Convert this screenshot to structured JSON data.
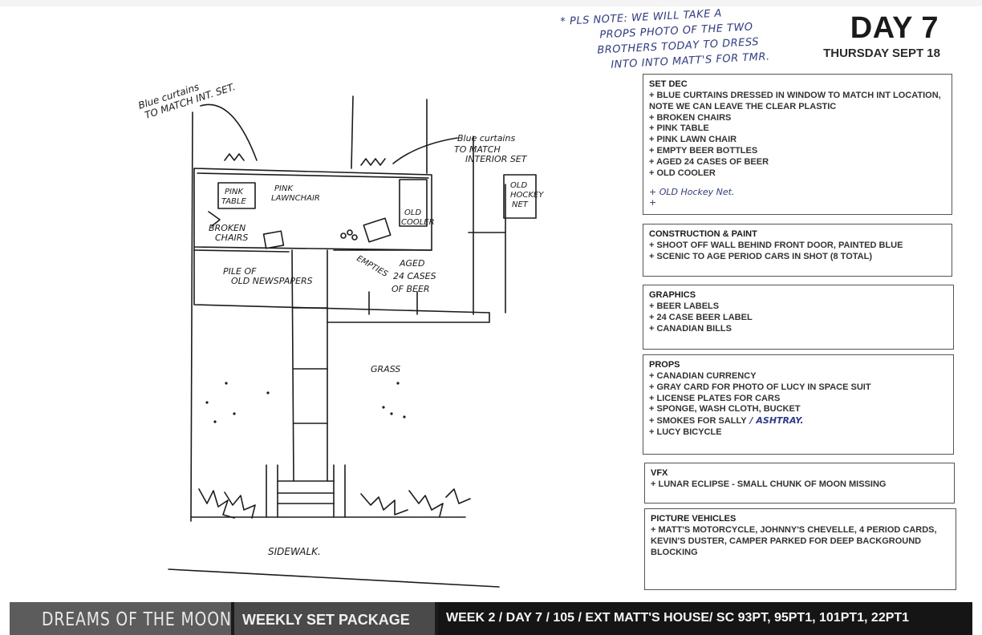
{
  "header": {
    "day": "DAY 7",
    "date": "THURSDAY SEPT 18"
  },
  "handwritten_note": {
    "line1": "* PLS NOTE: WE WILL TAKE A",
    "line2": "PROPS PHOTO OF THE TWO",
    "line3": "BROTHERS TODAY TO DRESS",
    "line4": "INTO INTO MATT'S FOR TMR."
  },
  "sketch": {
    "label_blue_curtains_left_1": "Blue curtains",
    "label_blue_curtains_left_2": "TO MATCH INT. SET.",
    "label_blue_curtains_right_1": "Blue curtains",
    "label_blue_curtains_right_2": "TO MATCH",
    "label_blue_curtains_right_3": "INTERIOR SET",
    "label_old_hockey_net_1": "OLD",
    "label_old_hockey_net_2": "HOCKEY",
    "label_old_hockey_net_3": "NET",
    "label_pink_table_1": "PINK",
    "label_pink_table_2": "TABLE",
    "label_pink_lawnchair_1": "PINK",
    "label_pink_lawnchair_2": "LAWNCHAIR",
    "label_old_cooler_1": "OLD",
    "label_old_cooler_2": "COOLER",
    "label_broken_chairs_1": "BROKEN",
    "label_broken_chairs_2": "CHAIRS",
    "label_pile_newspapers_1": "PILE OF",
    "label_pile_newspapers_2": "OLD NEWSPAPERS",
    "label_empties": "EMPTIES",
    "label_aged_cases_1": "AGED",
    "label_aged_cases_2": "24 CASES",
    "label_aged_cases_3": "OF BEER",
    "label_grass": "GRASS",
    "label_sidewalk": "SIDEWALK."
  },
  "sections": [
    {
      "title": "SET DEC",
      "items": [
        "+ BLUE CURTAINS DRESSED IN WINDOW TO MATCH INT LOCATION,",
        "NOTE WE CAN LEAVE THE CLEAR PLASTIC",
        "+ BROKEN CHAIRS",
        "+ PINK TABLE",
        "+ PINK LAWN CHAIR",
        "+ EMPTY BEER BOTTLES",
        "+ AGED 24 CASES OF BEER",
        "+ OLD COOLER"
      ],
      "handwritten": [
        "+ OLD Hockey Net.",
        "+"
      ]
    },
    {
      "title": "CONSTRUCTION & PAINT",
      "items": [
        "+ SHOOT OFF WALL BEHIND FRONT DOOR, PAINTED BLUE",
        "+ SCENIC TO AGE PERIOD CARS IN SHOT (8 TOTAL)"
      ]
    },
    {
      "title": "GRAPHICS",
      "items": [
        "+ BEER LABELS",
        "+ 24 CASE BEER LABEL",
        "+ CANADIAN BILLS"
      ]
    },
    {
      "title": "PROPS",
      "items": [
        "+ CANADIAN CURRENCY",
        "+ GRAY CARD FOR PHOTO OF LUCY IN SPACE SUIT",
        "+ LICENSE PLATES FOR CARS",
        "+ SPONGE, WASH CLOTH, BUCKET",
        "+ SMOKES FOR SALLY",
        "+ LUCY BICYCLE"
      ],
      "inline_handwritten": "/ ASHTRAY."
    },
    {
      "title": "VFX",
      "items": [
        "+ LUNAR ECLIPSE - SMALL CHUNK OF MOON MISSING"
      ]
    },
    {
      "title": "PICTURE VEHICLES",
      "items": [
        "+ MATT'S MOTORCYCLE, JOHNNY'S CHEVELLE, 4 PERIOD CARDS,",
        "KEVIN'S DUSTER, CAMPER PARKED FOR DEEP BACKGROUND",
        "BLOCKING"
      ]
    }
  ],
  "footer": {
    "show_title": "DREAMS OF THE MOON",
    "package": "WEEKLY SET PACKAGE",
    "scene_info": "WEEK 2 / DAY 7 / 105 / EXT MATT'S HOUSE/ SC 93PT, 95PT1, 101PT1, 22PT1"
  }
}
